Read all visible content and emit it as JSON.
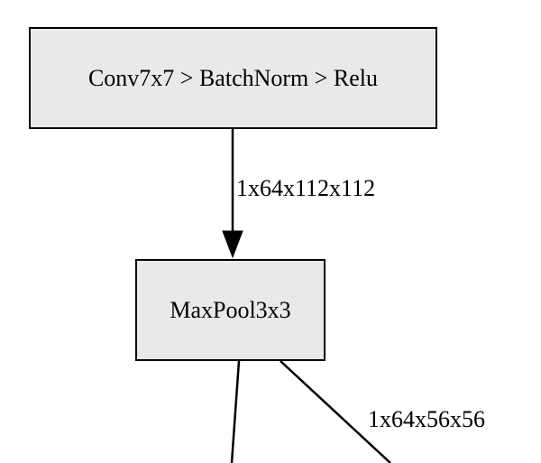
{
  "diagram": {
    "type": "network-graph",
    "background_color": "#ffffff",
    "node_fill_color": "#e9e9e9",
    "node_border_color": "#000000",
    "edge_color": "#000000",
    "nodes": [
      {
        "id": "conv-block",
        "label": "Conv7x7 > BatchNorm > Relu"
      },
      {
        "id": "maxpool",
        "label": "MaxPool3x3"
      }
    ],
    "edges": [
      {
        "from": "conv-block",
        "to": "maxpool",
        "label": "1x64x112x112",
        "arrowhead": true
      },
      {
        "from": "maxpool",
        "to": "(offscreen-bottom-left)",
        "label": "",
        "arrowhead": false
      },
      {
        "from": "maxpool",
        "to": "(offscreen-bottom-right)",
        "label": "1x64x56x56",
        "arrowhead": false
      }
    ]
  }
}
